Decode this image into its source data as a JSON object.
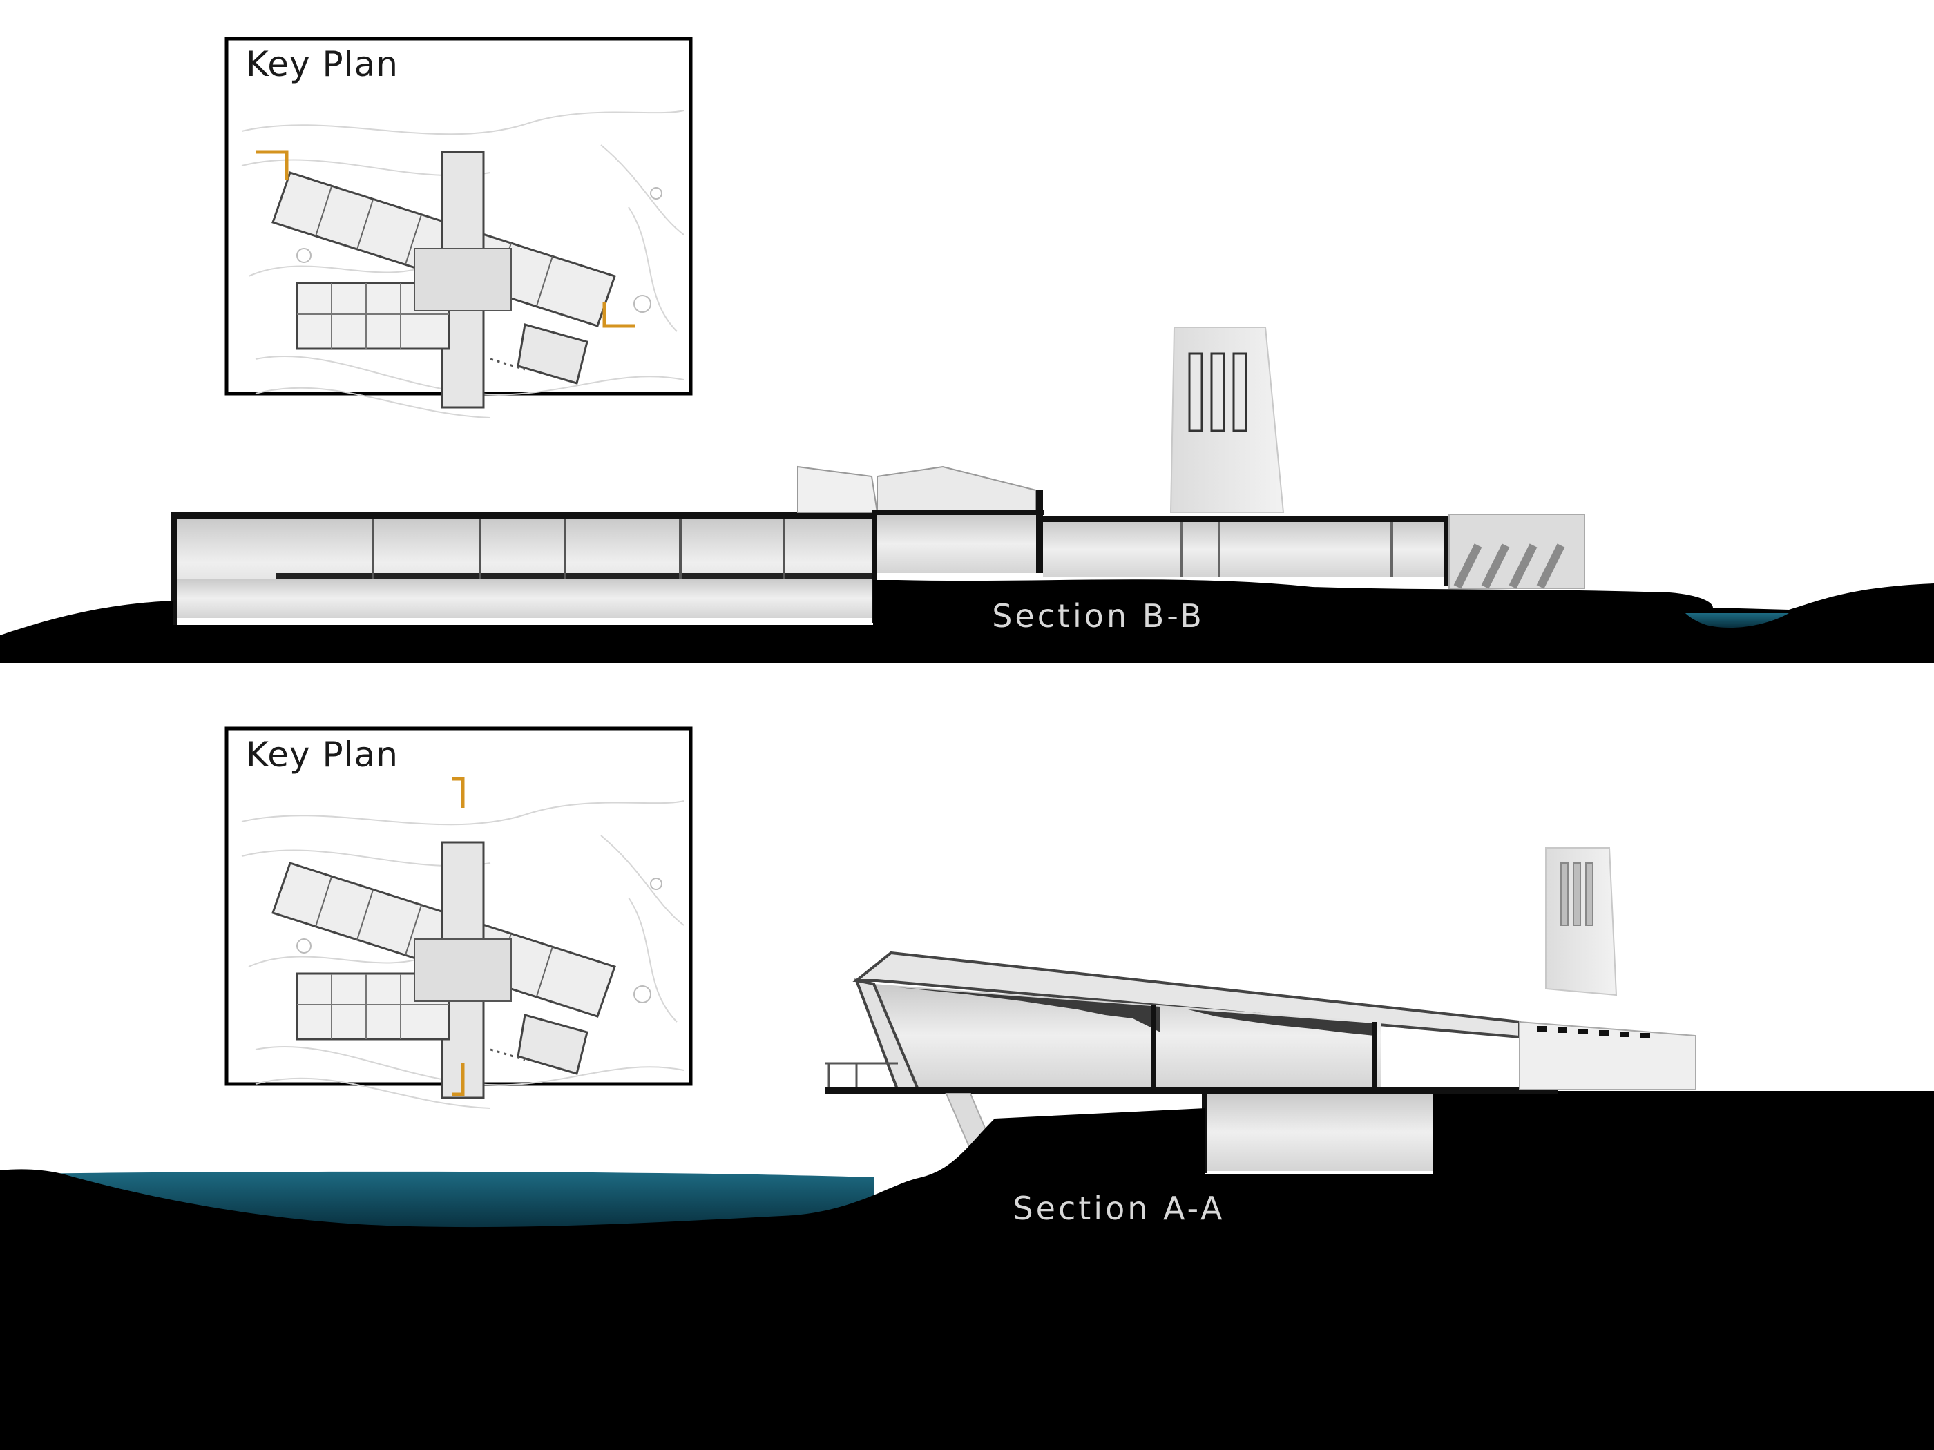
{
  "top_panel": {
    "key_plan_title": "Key Plan",
    "section_title": "Section B-B",
    "cut_line": "B-B"
  },
  "bottom_panel": {
    "key_plan_title": "Key Plan",
    "section_title": "Section A-A",
    "cut_line": "A-A"
  },
  "colors": {
    "background": "#ffffff",
    "ground": "#000000",
    "water": "#0e4a5e",
    "cut_line_marker": "#d4931f",
    "building_fill": "#e4e4e4",
    "section_title_text": "#d8d8d8"
  }
}
